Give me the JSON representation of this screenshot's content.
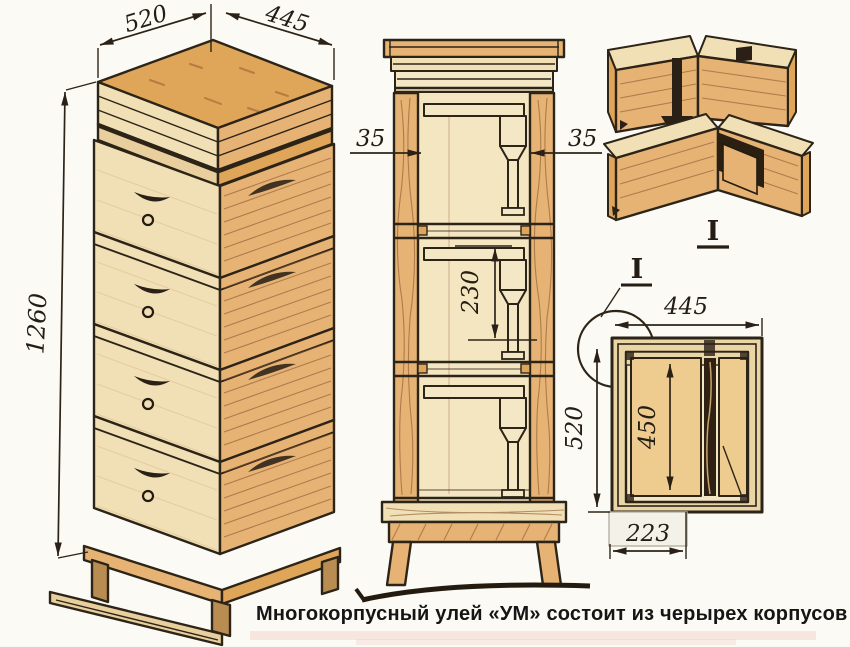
{
  "caption": "Многокорпусный улей «УМ» состоит из черырех корпусов",
  "perspective_view": {
    "dim_depth": "520",
    "dim_width": "445",
    "dim_height": "1260"
  },
  "section_view": {
    "dim_wall_left": "35",
    "dim_wall_right": "35",
    "dim_frame_height": "230"
  },
  "joint_detail": {
    "label": "I"
  },
  "plan_view": {
    "label": "I",
    "dim_width": "445",
    "dim_depth": "520",
    "dim_inner_length": "450",
    "dim_entrance_width": "223"
  },
  "colors": {
    "paper": "#fbfaf5",
    "ink": "#2a2016",
    "wood_light": "#f1e0b6",
    "wood_mid": "#e6b375",
    "wood_deep": "#dfa558"
  }
}
